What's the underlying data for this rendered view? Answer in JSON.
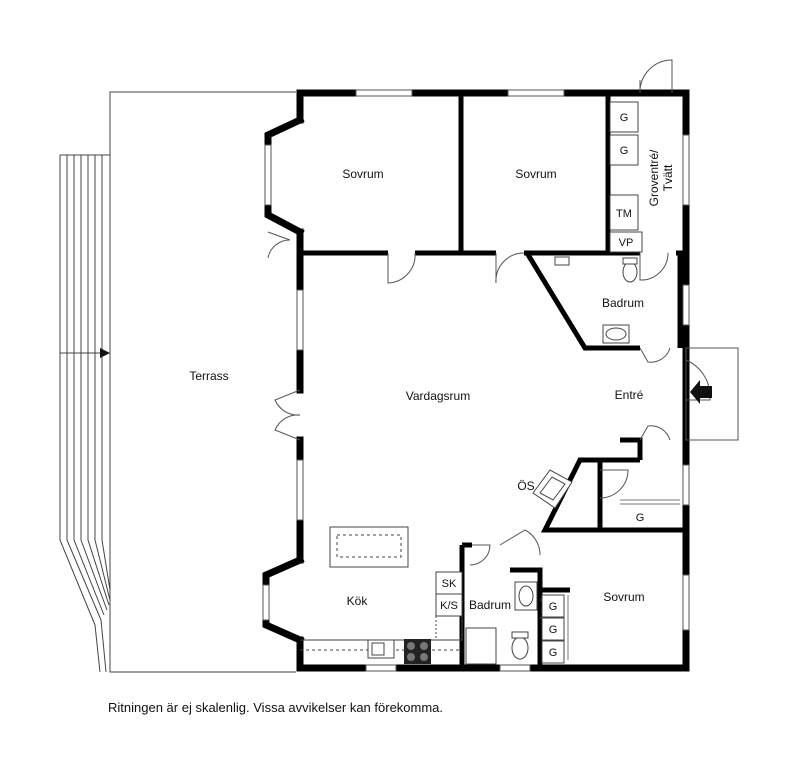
{
  "rooms": {
    "sovrum_1": "Sovrum",
    "sovrum_2": "Sovrum",
    "sovrum_3": "Sovrum",
    "groventre": "Groventré/",
    "tvatt": "Tvätt",
    "badrum_1": "Badrum",
    "badrum_2": "Badrum",
    "terrass": "Terrass",
    "vardagsrum": "Vardagsrum",
    "entre": "Entré",
    "kok": "Kök",
    "os": "ÖS"
  },
  "fixtures": {
    "g": "G",
    "tm": "TM",
    "vp": "VP",
    "sk": "SK",
    "ks": "K/S"
  },
  "disclaimer": "Ritningen är ej skalenlig. Vissa avvikelser kan förekomma."
}
